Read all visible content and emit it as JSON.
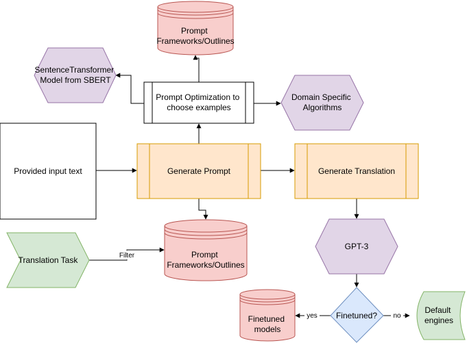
{
  "colors": {
    "pink_fill": "#f8cecc",
    "pink_stroke": "#b85450",
    "purple_fill": "#e1d5e7",
    "purple_stroke": "#9673a6",
    "orange_fill": "#ffe6cc",
    "orange_stroke": "#d79b00",
    "green_fill": "#d5e8d4",
    "green_stroke": "#82b366",
    "blue_fill": "#dae8fc",
    "blue_stroke": "#6c8ebf",
    "edge": "#000000"
  },
  "nodes": {
    "prompt_frameworks_top": [
      "Prompt",
      "Frameworks/Outlines"
    ],
    "sentence_transformer": [
      "SentenceTransformer",
      "Model from SBERT"
    ],
    "prompt_optimization": [
      "Prompt Optimization to",
      "choose examples"
    ],
    "domain_algorithms": [
      "Domain Specific",
      "Algorithms"
    ],
    "provided_input": [
      "Provided input text"
    ],
    "generate_prompt": [
      "Generate Prompt"
    ],
    "generate_translation": [
      "Generate Translation"
    ],
    "translation_task": [
      "Translation Task"
    ],
    "prompt_frameworks_bottom": [
      "Prompt",
      "Frameworks/Outlines"
    ],
    "gpt3": [
      "GPT-3"
    ],
    "finetuned_q": [
      "Finetuned?"
    ],
    "finetuned_models": [
      "Finetuned",
      "models"
    ],
    "default_engines": [
      "Default",
      "engines"
    ]
  },
  "edges": {
    "filter_label": "Filter",
    "yes_label": "yes",
    "no_label": "no"
  }
}
